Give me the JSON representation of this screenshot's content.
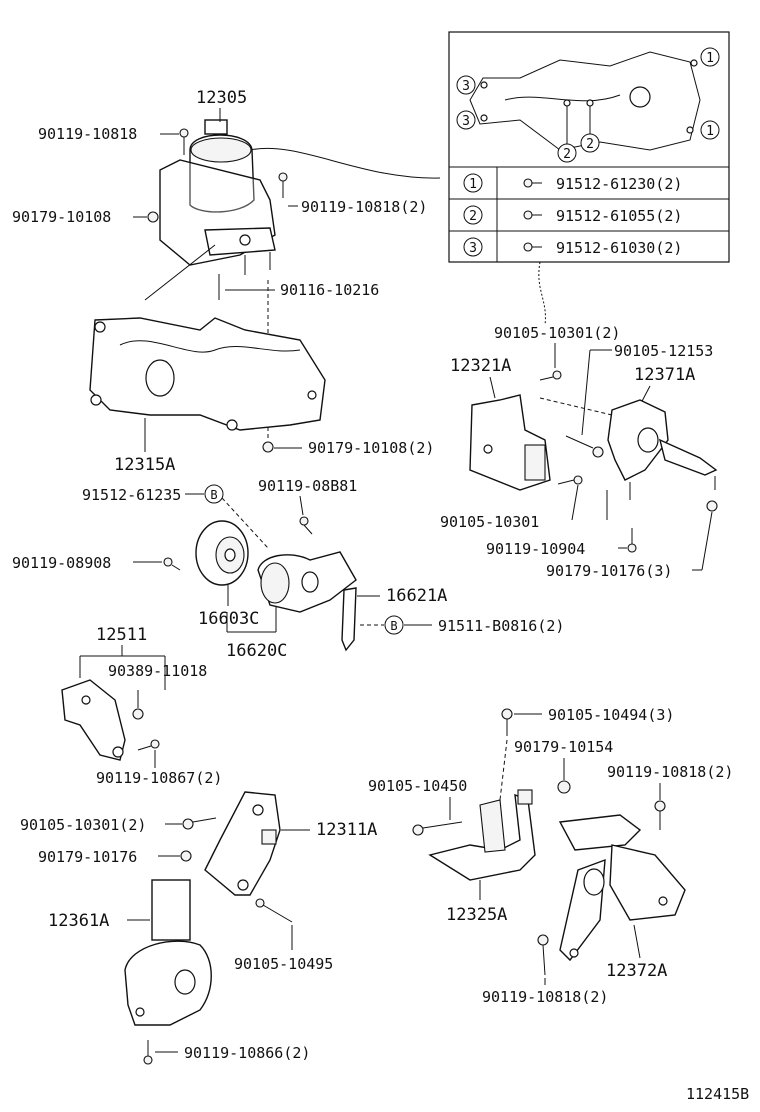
{
  "labels": {
    "p12305": "12305",
    "p90119_10818_a": "90119-10818",
    "p90179_10108_a": "90179-10108",
    "p90119_10818_2a": "90119-10818(2)",
    "p90116_10216": "90116-10216",
    "p12315A": "12315A",
    "p90179_10108_2": "90179-10108(2)",
    "p91512_61235": "91512-61235",
    "p90119_08B81": "90119-08B81",
    "p90119_08908": "90119-08908",
    "p16603C": "16603C",
    "p16620C": "16620C",
    "p16621A": "16621A",
    "p91511_B0816": "91511-B0816(2)",
    "p12511": "12511",
    "p90389_11018": "90389-11018",
    "p90119_10867": "90119-10867(2)",
    "p90105_10301_2a": "90105-10301(2)",
    "p90179_10176": "90179-10176",
    "p12311A": "12311A",
    "p12361A": "12361A",
    "p90105_10495": "90105-10495",
    "p90119_10866": "90119-10866(2)",
    "p90105_10301_2b": "90105-10301(2)",
    "p90105_12153": "90105-12153",
    "p12321A": "12321A",
    "p12371A": "12371A",
    "p90105_10301": "90105-10301",
    "p90119_10904": "90119-10904",
    "p90179_10176_3": "90179-10176(3)",
    "p90105_10494": "90105-10494(3)",
    "p90179_10154": "90179-10154",
    "p90105_10450": "90105-10450",
    "p90119_10818_2b": "90119-10818(2)",
    "p12325A": "12325A",
    "p12372A": "12372A",
    "p90119_10818_2c": "90119-10818(2)",
    "figure_code": "112415B"
  },
  "markers": {
    "b": "B",
    "one": "1",
    "two": "2",
    "three": "3"
  },
  "legend": [
    {
      "num": "1",
      "part": "91512-61230(2)"
    },
    {
      "num": "2",
      "part": "91512-61055(2)"
    },
    {
      "num": "3",
      "part": "91512-61030(2)"
    }
  ]
}
